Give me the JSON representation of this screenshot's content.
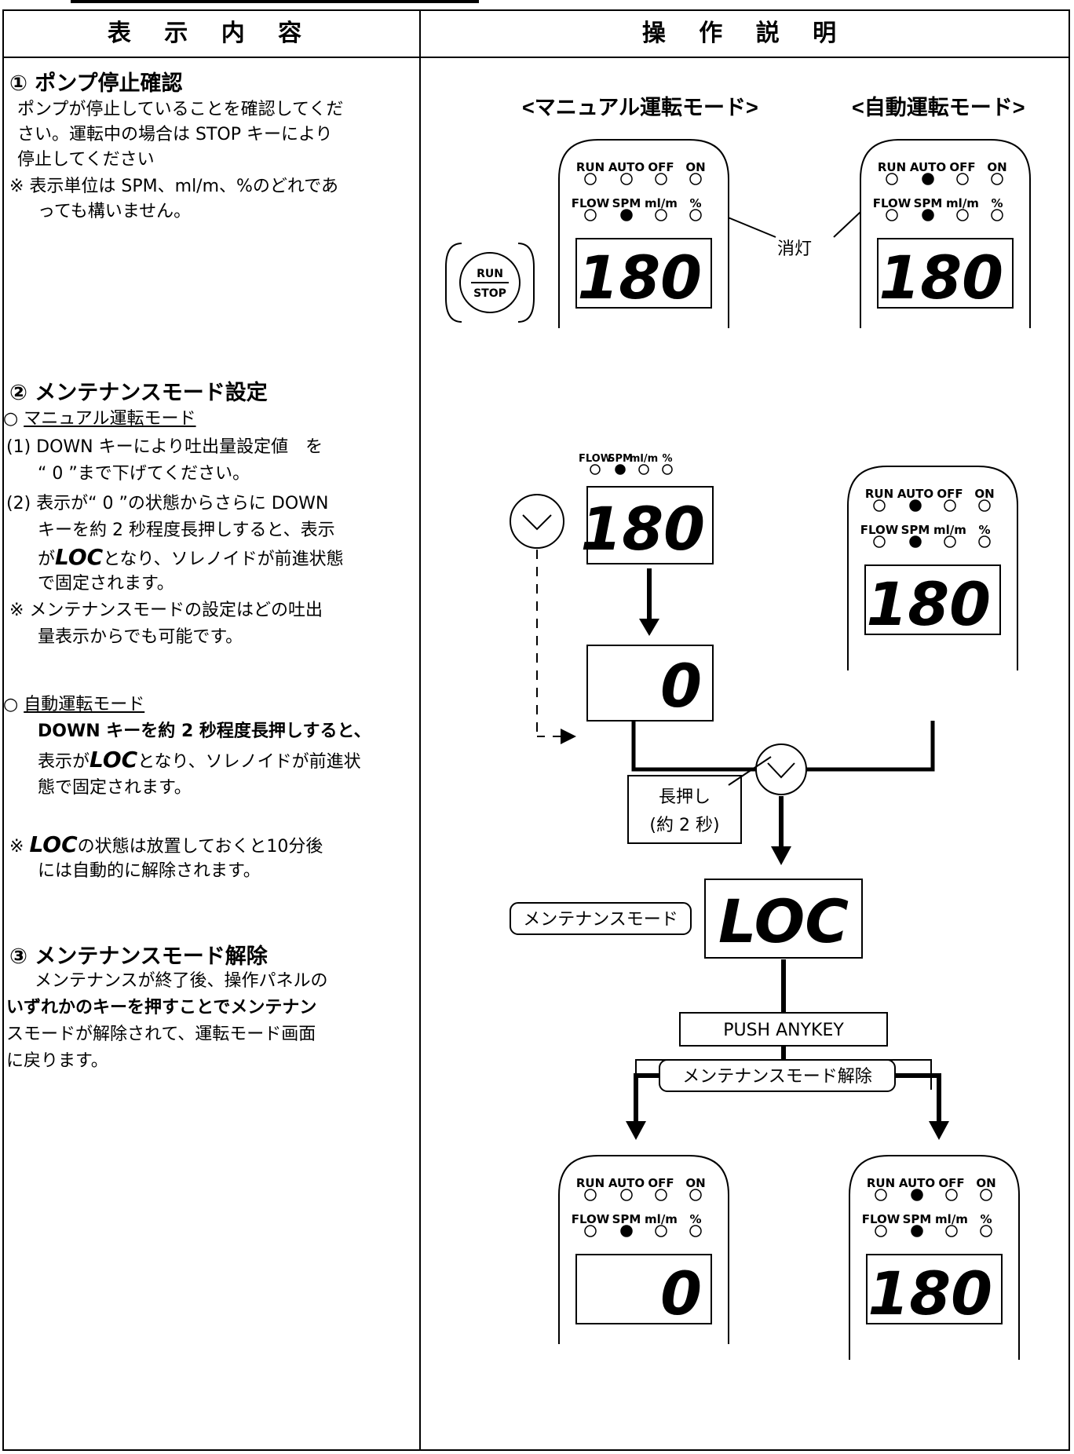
{
  "header": {
    "col_display": "表 示 内 容",
    "col_operation": "操 作 説 明"
  },
  "left": {
    "s1_title": "① ポンプ停止確認",
    "s1_l1": "ポンプが停止していることを確認してくだ",
    "s1_l2": "さい。運転中の場合は STOP キーにより",
    "s1_l3": "停止してください",
    "s1_n1": "※ 表示単位は SPM、ml/m、%のどれであ",
    "s1_n2": "っても構いません。",
    "s2_title": "② メンテナンスモード設定",
    "s2_manual": "マニュアル運転モード",
    "s2_1a": "(1) DOWN キーにより吐出量設定値　を",
    "s2_1b": "“ 0 ”まで下げてください。",
    "s2_2a": "(2) 表示が“ 0 ”の状態からさらに DOWN",
    "s2_2b": "キーを約 2 秒程度長押しすると、表示",
    "s2_2c_pre": "が",
    "s2_2c_seg": "LOC",
    "s2_2c_post": "となり、ソレノイドが前進状態",
    "s2_2d": "で固定されます。",
    "s2_n1": "※ メンテナンスモードの設定はどの吐出",
    "s2_n2": "量表示からでも可能です。",
    "s2_auto": "自動運転モード",
    "s2_a1": "DOWN キーを約 2 秒程度長押しすると、",
    "s2_a2_pre": "表示が",
    "s2_a2_seg": "LOC",
    "s2_a2_post": "となり、ソレノイドが前進状",
    "s2_a3": "態で固定されます。",
    "s2_n3_pre": "※",
    "s2_n3_seg": "LOC",
    "s2_n3_post": "の状態は放置しておくと10分後",
    "s2_n4": "には自動的に解除されます。",
    "s3_title": "③ メンテナンスモード解除",
    "s3_l1": "メンテナンスが終了後、操作パネルの",
    "s3_l2": "いずれかのキーを押すことでメンテナン",
    "s3_l3": "スモードが解除されて、運転モード画面",
    "s3_l4": "に戻ります。"
  },
  "right": {
    "manual_mode_label": "<マニュアル運転モード>",
    "auto_mode_label": "<自動運転モード>",
    "unlit_label": "消灯",
    "run_key_top": "RUN",
    "run_key_bottom": "STOP",
    "led_labels_row1": [
      "RUN",
      "AUTO",
      "OFF",
      "ON"
    ],
    "led_labels_row2": [
      "FLOW",
      "SPM",
      "ml/m",
      "%"
    ],
    "display_180": "180",
    "display_0": "0",
    "display_loc": "LOC",
    "long_press_l1": "長押し",
    "long_press_l2": "(約 2 秒)",
    "maintenance_mode": "メンテナンスモード",
    "push_anykey": "PUSH ANYKEY",
    "maintenance_release": "メンテナンスモード解除"
  }
}
